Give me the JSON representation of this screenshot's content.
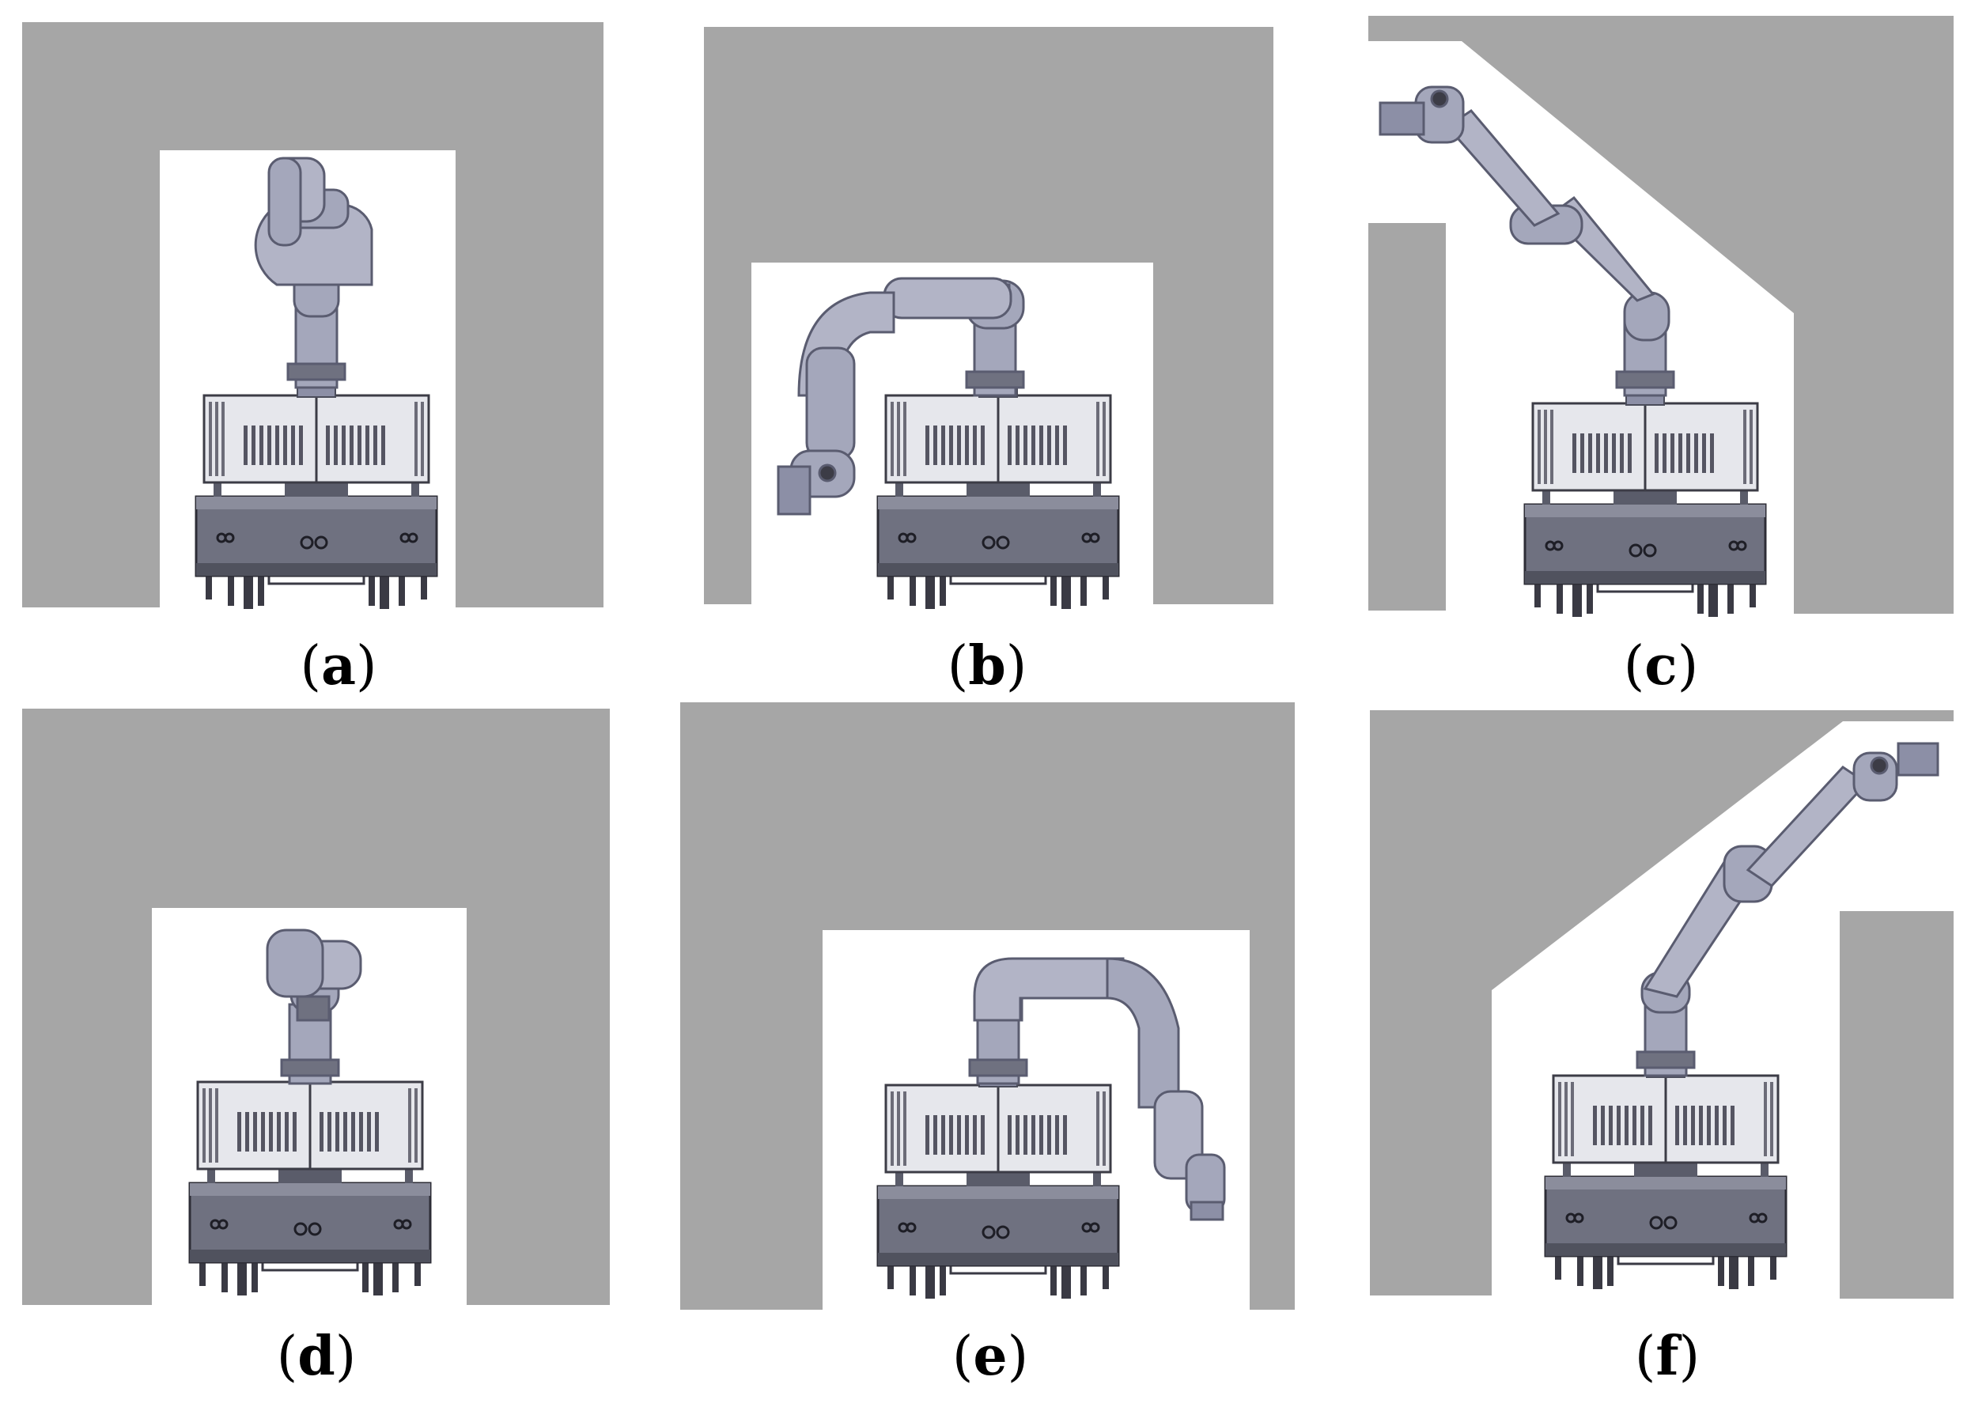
{
  "colors": {
    "obstacle": "#a6a6a6",
    "free_space": "#ffffff",
    "robot_body": "#e6e7ec",
    "robot_outline": "#3c3c46",
    "robot_base": "#6f7180",
    "robot_arm": "#a4a7bb",
    "robot_joint": "#8c8fa6"
  },
  "panels": [
    {
      "id": "a",
      "caption": "a",
      "arm_pose": "vertical-folded",
      "environment": "narrow-corridor"
    },
    {
      "id": "b",
      "caption": "b",
      "arm_pose": "bent-left",
      "environment": "wide-corridor"
    },
    {
      "id": "c",
      "caption": "c",
      "arm_pose": "extended-upper-left",
      "environment": "diagonal-corridor-left"
    },
    {
      "id": "d",
      "caption": "d",
      "arm_pose": "compact-folded",
      "environment": "narrow-corridor"
    },
    {
      "id": "e",
      "caption": "e",
      "arm_pose": "bent-right",
      "environment": "wide-corridor"
    },
    {
      "id": "f",
      "caption": "f",
      "arm_pose": "extended-upper-right",
      "environment": "diagonal-corridor-right"
    }
  ]
}
